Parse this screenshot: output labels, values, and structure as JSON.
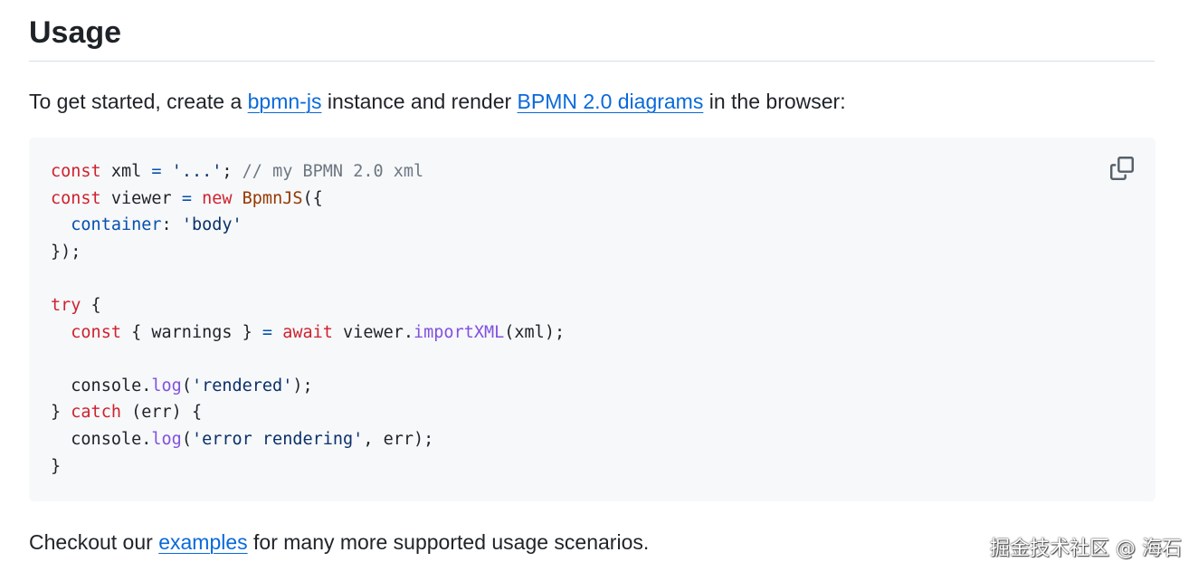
{
  "heading": "Usage",
  "intro": {
    "before": "To get started, create a ",
    "link1": "bpmn-js",
    "middle": " instance and render ",
    "link2": "BPMN 2.0 diagrams",
    "after": " in the browser:"
  },
  "code": {
    "lines": [
      [
        {
          "t": "kw",
          "v": "const"
        },
        {
          "t": "plain",
          "v": " xml "
        },
        {
          "t": "op",
          "v": "="
        },
        {
          "t": "plain",
          "v": " "
        },
        {
          "t": "str",
          "v": "'...'"
        },
        {
          "t": "plain",
          "v": "; "
        },
        {
          "t": "com",
          "v": "// my BPMN 2.0 xml"
        }
      ],
      [
        {
          "t": "kw",
          "v": "const"
        },
        {
          "t": "plain",
          "v": " viewer "
        },
        {
          "t": "op",
          "v": "="
        },
        {
          "t": "plain",
          "v": " "
        },
        {
          "t": "kw",
          "v": "new"
        },
        {
          "t": "plain",
          "v": " "
        },
        {
          "t": "cls",
          "v": "BpmnJS"
        },
        {
          "t": "plain",
          "v": "({"
        }
      ],
      [
        {
          "t": "plain",
          "v": "  "
        },
        {
          "t": "prop",
          "v": "container"
        },
        {
          "t": "plain",
          "v": ": "
        },
        {
          "t": "str",
          "v": "'body'"
        }
      ],
      [
        {
          "t": "plain",
          "v": "});"
        }
      ],
      [
        {
          "t": "plain",
          "v": ""
        }
      ],
      [
        {
          "t": "kw",
          "v": "try"
        },
        {
          "t": "plain",
          "v": " {"
        }
      ],
      [
        {
          "t": "plain",
          "v": "  "
        },
        {
          "t": "kw",
          "v": "const"
        },
        {
          "t": "plain",
          "v": " { warnings } "
        },
        {
          "t": "op",
          "v": "="
        },
        {
          "t": "plain",
          "v": " "
        },
        {
          "t": "kw",
          "v": "await"
        },
        {
          "t": "plain",
          "v": " viewer."
        },
        {
          "t": "fn",
          "v": "importXML"
        },
        {
          "t": "plain",
          "v": "(xml);"
        }
      ],
      [
        {
          "t": "plain",
          "v": ""
        }
      ],
      [
        {
          "t": "plain",
          "v": "  console."
        },
        {
          "t": "fn",
          "v": "log"
        },
        {
          "t": "plain",
          "v": "("
        },
        {
          "t": "str",
          "v": "'rendered'"
        },
        {
          "t": "plain",
          "v": ");"
        }
      ],
      [
        {
          "t": "plain",
          "v": "} "
        },
        {
          "t": "kw",
          "v": "catch"
        },
        {
          "t": "plain",
          "v": " (err) {"
        }
      ],
      [
        {
          "t": "plain",
          "v": "  console."
        },
        {
          "t": "fn",
          "v": "log"
        },
        {
          "t": "plain",
          "v": "("
        },
        {
          "t": "str",
          "v": "'error rendering'"
        },
        {
          "t": "plain",
          "v": ", err);"
        }
      ],
      [
        {
          "t": "plain",
          "v": "}"
        }
      ]
    ]
  },
  "copy_button": {
    "icon": "copy-icon"
  },
  "outro": {
    "before": "Checkout our ",
    "link": "examples",
    "after": " for many more supported usage scenarios."
  },
  "watermark": "掘金技术社区 @ 海石",
  "colors": {
    "link": "#0969da",
    "code_bg": "#f6f8fa",
    "keyword": "#cf222e",
    "string": "#0a3069",
    "comment": "#6e7781",
    "class": "#953800",
    "function": "#8250df",
    "property": "#0550ae"
  }
}
